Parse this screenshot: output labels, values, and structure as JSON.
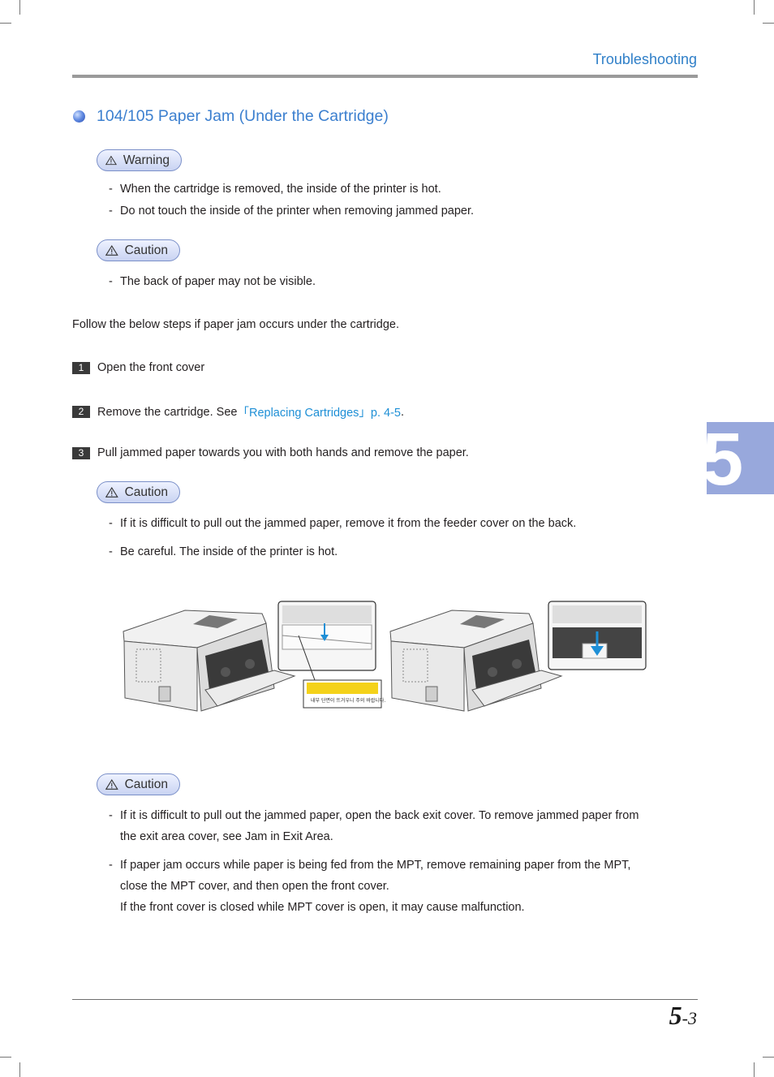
{
  "header": {
    "section": "Troubleshooting"
  },
  "section": {
    "title": "104/105 Paper Jam (Under the Cartridge)"
  },
  "warning1": {
    "label": "Warning",
    "items": [
      "When the cartridge is removed, the inside of the printer is hot.",
      "Do not touch the inside of the printer when removing jammed paper."
    ]
  },
  "caution1": {
    "label": "Caution",
    "items": [
      "The back of paper may not be visible."
    ]
  },
  "intro": "Follow the below steps if paper jam occurs under the cartridge.",
  "steps": [
    {
      "num": "1",
      "text": "Open the front cover"
    },
    {
      "num": "2",
      "text": "Remove the cartridge. See",
      "link": "「Replacing Cartridges」p. 4-5",
      "after": "."
    },
    {
      "num": "3",
      "text": "Pull jammed paper towards you with both hands and remove the paper."
    }
  ],
  "caution2": {
    "label": "Caution",
    "items": [
      "If it is difficult to pull out the jammed paper, remove it from the feeder cover on the back.",
      "Be careful. The inside of the printer is hot."
    ]
  },
  "figure": {
    "label_text": "내부 단면이 뜨거우니 주의 바랍니다."
  },
  "caution3": {
    "label": "Caution",
    "items": [
      {
        "line1": "If it is difficult to pull out the jammed paper, open the back exit cover. To remove jammed paper from",
        "line2": "the exit area cover, see Jam in Exit Area."
      },
      {
        "line1": "If paper jam occurs while paper is being fed from the MPT, remove remaining paper from the MPT,",
        "line2": "close the MPT cover, and then open the front cover.",
        "line3": "If the front cover is closed while MPT cover is open, it may cause malfunction."
      }
    ]
  },
  "chapter_tab": "5",
  "page_number": {
    "chapter": "5",
    "page": "-3"
  },
  "colors": {
    "accent": "#3b7fcf",
    "link": "#1e8fd6",
    "tab": "#98a8dc"
  }
}
